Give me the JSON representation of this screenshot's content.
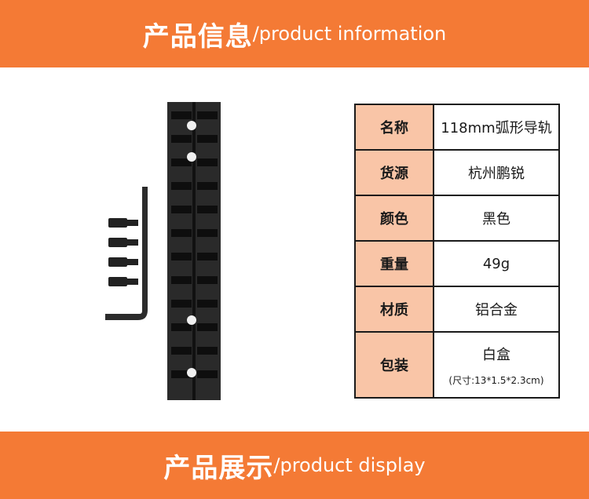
{
  "header": {
    "title_cn": "产品信息",
    "title_en": "/product information"
  },
  "specs": [
    {
      "label": "名称",
      "value": "118mm弧形导轨"
    },
    {
      "label": "货源",
      "value": "杭州鹏锐"
    },
    {
      "label": "颜色",
      "value": "黑色"
    },
    {
      "label": "重量",
      "value": "49g"
    },
    {
      "label": "材质",
      "value": "铝合金"
    },
    {
      "label": "包装",
      "value": "白盒",
      "note": "(尺寸:13*1.5*2.3cm)"
    }
  ],
  "footer": {
    "title_cn": "产品展示",
    "title_en": "/product display"
  },
  "colors": {
    "banner": "#f47a35",
    "label_bg": "#f9c5a7",
    "border": "#1a1a1a"
  }
}
